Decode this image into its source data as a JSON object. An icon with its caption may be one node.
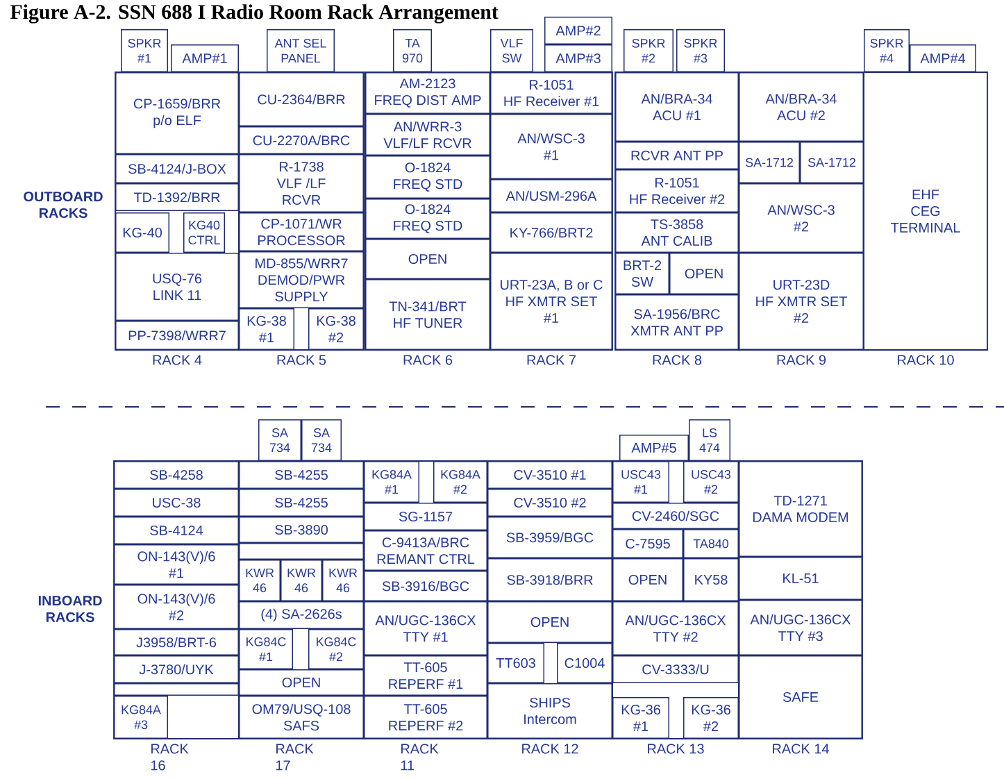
{
  "diagram": {
    "title": "Figure A-2. SSN 688 I Radio Room Rack Arrangement",
    "nodes": [
      {
        "text": [
          "SPKR #1"
        ]
      },
      {
        "text": [
          "AMP#1"
        ]
      },
      {
        "text": [
          "RACK 4"
        ]
      },
      {
        "text": [
          "CP-1659/BRR p/o ELF"
        ],
        "in": 2
      },
      {
        "text": [
          "SB-4124/J-BOX"
        ],
        "in": 2
      },
      {
        "text": [
          "TD-1392/BRR"
        ],
        "in": 2
      },
      {
        "text": [
          "KG-40"
        ],
        "in": 2
      },
      {
        "text": [
          "KG40 CTRL"
        ],
        "in": 2
      },
      {
        "text": [
          "USQ-76 LINK 11"
        ],
        "in": 2
      },
      {
        "text": [
          "PP-7398/WRR7"
        ],
        "in": 2
      },
      {
        "text": [
          "ANT SEL PANEL"
        ]
      },
      {
        "text": [
          "RACK 5"
        ]
      },
      {
        "text": [
          "CU-2364/BRR"
        ],
        "in": 11
      },
      {
        "text": [
          "CU-2270A/BRC"
        ],
        "in": 11
      },
      {
        "text": [
          "R-1738 VLF /LF RCVR"
        ],
        "in": 11
      },
      {
        "text": [
          "CP-1071/WR PROCESSOR"
        ],
        "in": 11
      },
      {
        "text": [
          "MD-855/WRR7 DEMOD/PWR SUPPLY"
        ],
        "in": 11
      },
      {
        "text": [
          "KG-38 #1"
        ],
        "in": 11
      },
      {
        "text": [
          "KG-38 #2"
        ],
        "in": 11
      },
      {
        "text": [
          "TA 970"
        ]
      },
      {
        "text": [
          "RACK 6"
        ]
      },
      {
        "text": [
          "AM-2123 FREQ DIST AMP"
        ],
        "in": 20
      },
      {
        "text": [
          "AN/WRR-3 VLF/LF RCVR"
        ],
        "in": 20
      },
      {
        "text": [
          "O-1824 FREQ STD"
        ],
        "in": 20
      },
      {
        "text": [
          "O-1824 FREQ STD"
        ],
        "in": 20
      },
      {
        "text": [
          "OPEN"
        ],
        "in": 20
      },
      {
        "text": [
          "TN-341/BRT HF TUNER"
        ],
        "in": 20
      },
      {
        "text": [
          "VLF SW"
        ]
      },
      {
        "text": [
          "AMP#2"
        ]
      },
      {
        "text": [
          "AMP#3"
        ]
      },
      {
        "text": [
          "RACK 7"
        ]
      },
      {
        "text": [
          "R-1051 HF Receiver #1"
        ],
        "in": 30
      },
      {
        "text": [
          "AN/WSC-3 #1"
        ],
        "in": 30
      },
      {
        "text": [
          "AN/USM-296A"
        ],
        "in": 30
      },
      {
        "text": [
          "KY-766/BRT2"
        ],
        "in": 30
      },
      {
        "text": [
          "URT-23A, B or C HF XMTR SET #1"
        ],
        "in": 30
      },
      {
        "text": [
          "SPKR #2"
        ]
      },
      {
        "text": [
          "SPKR #3"
        ]
      },
      {
        "text": [
          "RACK 8"
        ]
      },
      {
        "text": [
          "AN/BRA-34 ACU #1"
        ],
        "in": 38
      },
      {
        "text": [
          "RCVR ANT PP"
        ],
        "in": 38
      },
      {
        "text": [
          "R-1051 HF Receiver #2"
        ],
        "in": 38
      },
      {
        "text": [
          "TS-3858 ANT CALIB"
        ],
        "in": 38
      },
      {
        "text": [
          "BRT-2 SW"
        ],
        "in": 38
      },
      {
        "text": [
          "OPEN"
        ],
        "in": 38
      },
      {
        "text": [
          "SA-1956/BRC XMTR ANT PP"
        ],
        "in": 38
      },
      {
        "text": [
          "RACK 9"
        ]
      },
      {
        "text": [
          "AN/BRA-34 ACU #2"
        ],
        "in": 46
      },
      {
        "text": [
          "SA-1712"
        ],
        "in": 46
      },
      {
        "text": [
          "SA-1712"
        ],
        "in": 46
      },
      {
        "text": [
          "AN/WSC-3 #2"
        ],
        "in": 46
      },
      {
        "text": [
          "URT-23D HF XMTR SET #2"
        ],
        "in": 46
      },
      {
        "text": [
          "SPKR #4"
        ]
      },
      {
        "text": [
          "AMP#4"
        ]
      },
      {
        "text": [
          "EHF CEG TERMINAL",
          "RACK 10"
        ]
      },
      {
        "text": [
          "RACK 16"
        ]
      },
      {
        "text": [
          "SB-4258"
        ],
        "in": 55
      },
      {
        "text": [
          "USC-38"
        ],
        "in": 55
      },
      {
        "text": [
          "SB-4124"
        ],
        "in": 55
      },
      {
        "text": [
          "ON-143(V)/6 #1"
        ],
        "in": 55
      },
      {
        "text": [
          "ON-143(V)/6 #2"
        ],
        "in": 55
      },
      {
        "text": [
          "J3958/BRT-6"
        ],
        "in": 55
      },
      {
        "text": [
          "J-3780/UYK"
        ],
        "in": 55
      },
      {
        "text": [],
        "shape": "box",
        "in": 55
      },
      {
        "text": [
          "KG84A #3"
        ],
        "in": 55
      },
      {
        "text": [
          "SA 734"
        ]
      },
      {
        "text": [
          "SA 734"
        ]
      },
      {
        "text": [
          "RACK 17"
        ]
      },
      {
        "text": [
          "SB-4255"
        ],
        "in": 67
      },
      {
        "text": [
          "SB-4255"
        ],
        "in": 67
      },
      {
        "text": [
          "SB-3890"
        ],
        "in": 67
      },
      {
        "text": [],
        "shape": "box",
        "in": 67
      },
      {
        "text": [
          "KWR 46"
        ],
        "in": 67
      },
      {
        "text": [
          "KWR 46"
        ],
        "in": 67
      },
      {
        "text": [
          "KWR 46"
        ],
        "in": 67
      },
      {
        "text": [
          "(4) SA-2626s"
        ],
        "in": 67
      },
      {
        "text": [
          "KG84C #1"
        ],
        "in": 67
      },
      {
        "text": [
          "KG84C #2"
        ],
        "in": 67
      },
      {
        "text": [
          "OPEN"
        ],
        "in": 67
      },
      {
        "text": [
          "OM79/USQ-108 SAFS"
        ],
        "in": 67
      },
      {
        "text": [
          "RACK 11"
        ]
      },
      {
        "text": [
          "KG84A #1"
        ],
        "in": 80
      },
      {
        "text": [
          "KG84A #2"
        ],
        "in": 80
      },
      {
        "text": [
          "SG-1157"
        ],
        "in": 80
      },
      {
        "text": [
          "C-9413A/BRC REMANT CTRL"
        ],
        "in": 80
      },
      {
        "text": [
          "SB-3916/BGC"
        ],
        "in": 80
      },
      {
        "text": [
          "AN/UGC-136CX TTY #1"
        ],
        "in": 80
      },
      {
        "text": [
          "TT-605 REPERF #1"
        ],
        "in": 80
      },
      {
        "text": [
          "TT-605 REPERF #2"
        ],
        "in": 80
      },
      {
        "text": [
          "RACK 12"
        ]
      },
      {
        "text": [
          "CV-3510 #1"
        ],
        "in": 89
      },
      {
        "text": [
          "CV-3510 #2"
        ],
        "in": 89
      },
      {
        "text": [
          "SB-3959/BGC"
        ],
        "in": 89
      },
      {
        "text": [
          "SB-3918/BRR"
        ],
        "in": 89
      },
      {
        "text": [
          "OPEN"
        ],
        "in": 89
      },
      {
        "text": [
          "TT603"
        ],
        "in": 89
      },
      {
        "text": [
          "C1004"
        ],
        "in": 89
      },
      {
        "text": [
          "SHIPS Intercom"
        ],
        "in": 89
      },
      {
        "text": [
          "AMP#5"
        ]
      },
      {
        "text": [
          "LS 474"
        ]
      },
      {
        "text": [
          "RACK 13"
        ]
      },
      {
        "text": [
          "USC43 #1"
        ],
        "in": 100
      },
      {
        "text": [
          "USC43 #2"
        ],
        "in": 100
      },
      {
        "text": [
          "CV-2460/SGC"
        ],
        "in": 100
      },
      {
        "text": [
          "C-7595"
        ],
        "in": 100
      },
      {
        "text": [
          "TA840"
        ],
        "in": 100
      },
      {
        "text": [
          "OPEN"
        ],
        "in": 100
      },
      {
        "text": [
          "KY58"
        ],
        "in": 100
      },
      {
        "text": [
          "AN/UGC-136CX TTY #2"
        ],
        "in": 100
      },
      {
        "text": [
          "CV-3333/U"
        ],
        "in": 100
      },
      {
        "text": [
          "KG-36 #1"
        ],
        "in": 100
      },
      {
        "text": [
          "KG-36 #2"
        ],
        "in": 100
      },
      {
        "text": [
          "RACK 14"
        ]
      },
      {
        "text": [
          "TD-1271 DAMA MODEM"
        ],
        "in": 112
      },
      {
        "text": [
          "KL-51"
        ],
        "in": 112
      },
      {
        "text": [
          "AN/UGC-136CX TTY #3"
        ],
        "in": 112
      },
      {
        "text": [
          "SAFE"
        ],
        "in": 112
      }
    ],
    "labels": [
      "OUTBOARD RACKS",
      "INBOARD RACKS"
    ]
  }
}
